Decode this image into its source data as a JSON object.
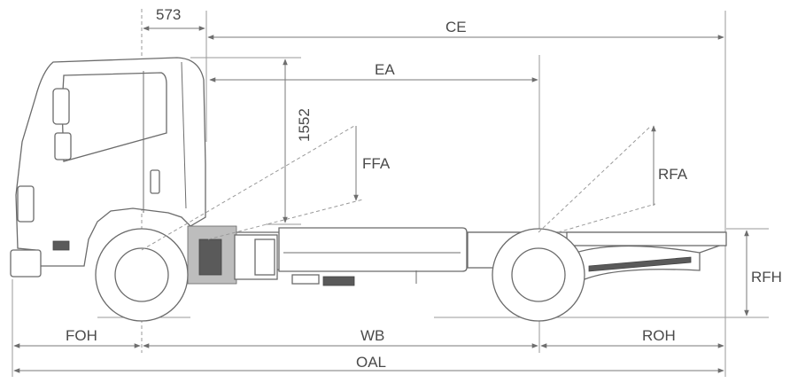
{
  "diagram": {
    "labels": {
      "dim_573": "573",
      "ce": "CE",
      "ea": "EA",
      "dim_1552": "1552",
      "ffa": "FFA",
      "rfa": "RFA",
      "rfh": "RFH",
      "foh": "FOH",
      "wb": "WB",
      "roh": "ROH",
      "oal": "OAL"
    }
  }
}
